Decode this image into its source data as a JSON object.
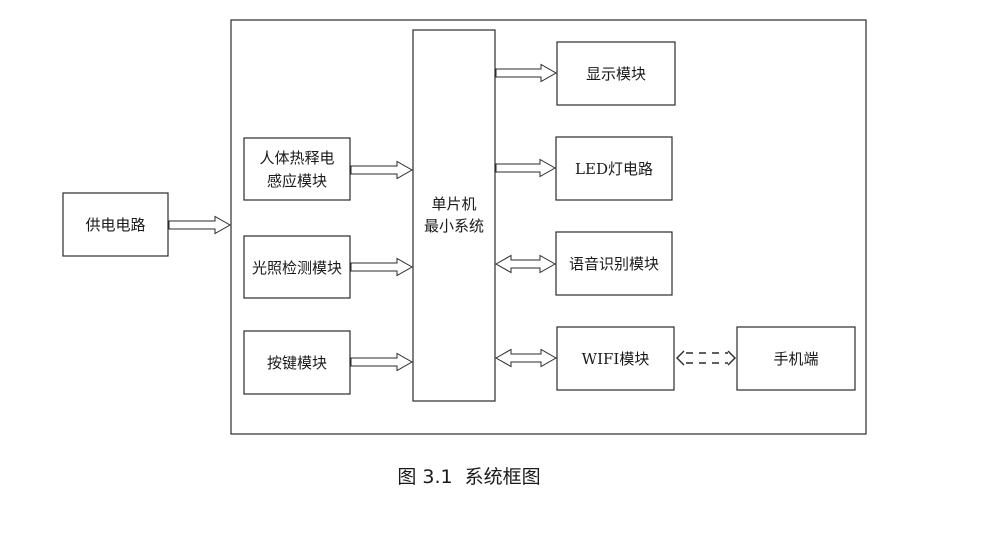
{
  "modules": {
    "power": "供电电路",
    "pir_line1": "人体热释电",
    "pir_line2": "感应模块",
    "light": "光照检测模块",
    "key": "按键模块",
    "mcu_line1": "单片机",
    "mcu_line2": "最小系统",
    "display": "显示模块",
    "led": "LED灯电路",
    "voice": "语音识别模块",
    "wifi": "WIFI模块",
    "phone": "手机端"
  },
  "caption": "图 3.1  系统框图"
}
